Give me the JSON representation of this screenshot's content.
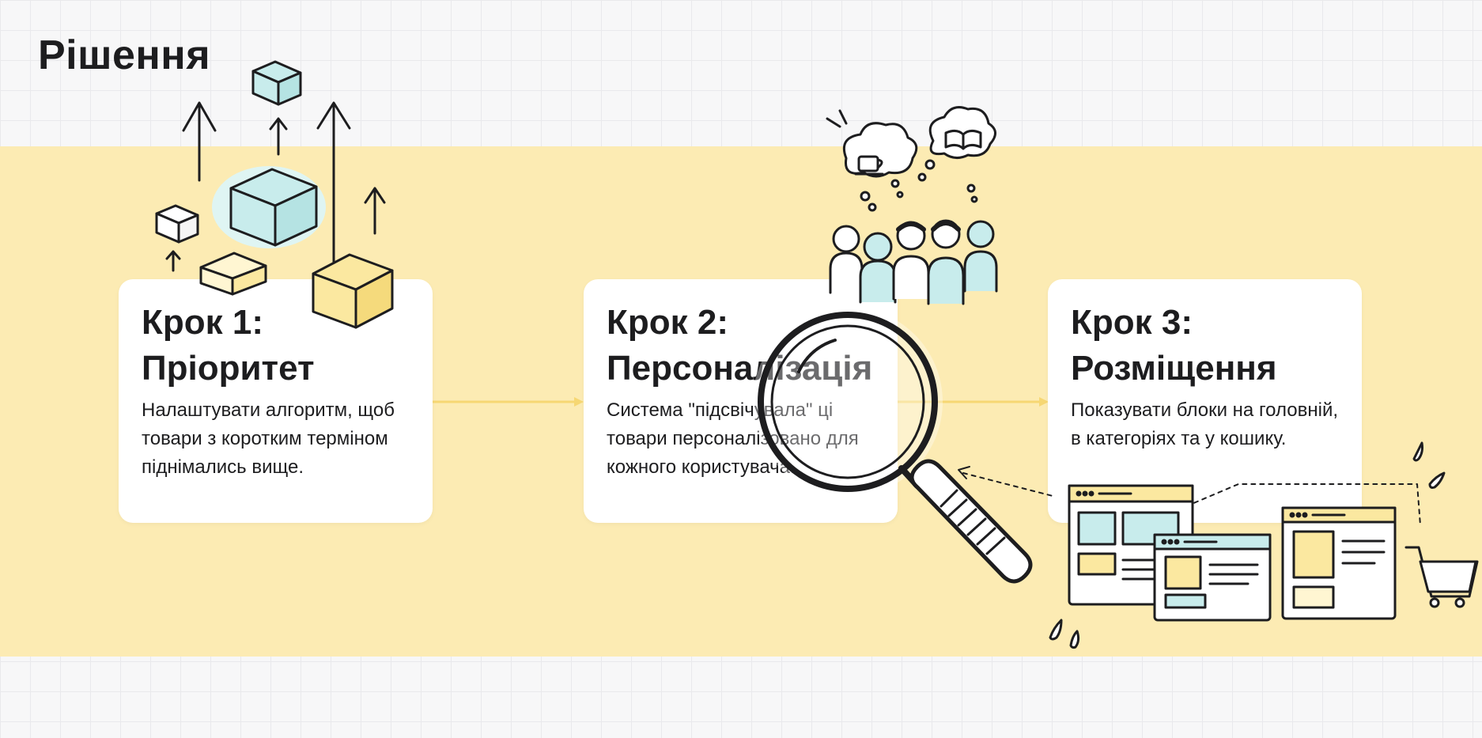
{
  "page": {
    "title": "Рішення"
  },
  "steps": [
    {
      "heading": "Крок 1: Пріоритет",
      "description": "Налаштувати алгоритм, щоб товари з коротким терміном піднімались вище."
    },
    {
      "heading": "Крок 2: Персоналізація",
      "description": "Система \"підсвічувала\" ці товари персоналізовано для кожного користувача."
    },
    {
      "heading": "Крок 3: Розміщення",
      "description": "Показувати блоки на головній, в категоріях та у кошику."
    }
  ],
  "colors": {
    "band": "#fcebb3",
    "card": "#ffffff",
    "accent_teal": "#c8ecec",
    "accent_yellow": "#fbe8a0",
    "connector": "#f6d773"
  },
  "illustrations": {
    "step1": "rising-boxes-icon",
    "step2": "magnifier-people-icon",
    "step3": "web-blocks-cart-icon"
  }
}
